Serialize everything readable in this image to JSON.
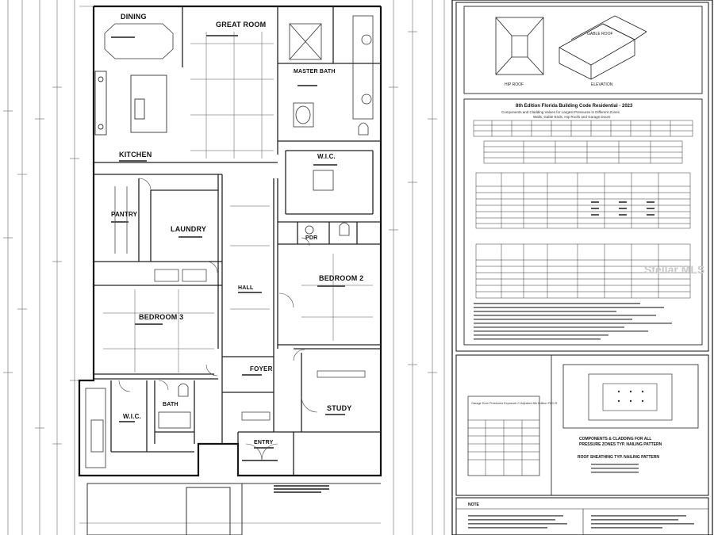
{
  "floorplan": {
    "rooms": {
      "dining": "DINING",
      "great_room": "GREAT ROOM",
      "master_bath": "MASTER BATH",
      "kitchen": "KITCHEN",
      "wic_master": "W.I.C.",
      "pantry": "PANTRY",
      "laundry": "LAUNDRY",
      "pdr": "PDR",
      "bedroom2": "BEDROOM 2",
      "hall": "HALL",
      "bedroom3": "BEDROOM 3",
      "foyer": "FOYER",
      "wic_lower": "W.I.C.",
      "bath": "BATH",
      "study": "STUDY",
      "entry": "ENTRY"
    }
  },
  "roof_diagram": {
    "hip_label": "HIP ROOF",
    "gable_label": "GABLE ROOF",
    "elevation_label": "ELEVATION"
  },
  "code_panel": {
    "title": "8th Edition Florida Building Code Residential - 2023",
    "subtitle": "Components and Cladding Values for Largest Pressures in Different Zones",
    "subtitle2": "Walls, Gable Ends, Hip Roofs and Garage Doors"
  },
  "garage_panel": {
    "title": "Garage Door Pressures Exposure C Adjusted 8th Edition FBC-R"
  },
  "pattern_panel": {
    "caption1": "COMPONENTS & CLADDING FOR ALL",
    "caption2": "PRESSURE ZONES TYP. NAILING PATTERN",
    "caption3": "ROOF SHEATHING TYP. NAILING PATTERN"
  },
  "notes_panel": {
    "title": "NOTE"
  },
  "watermark": "Stellar MLS"
}
